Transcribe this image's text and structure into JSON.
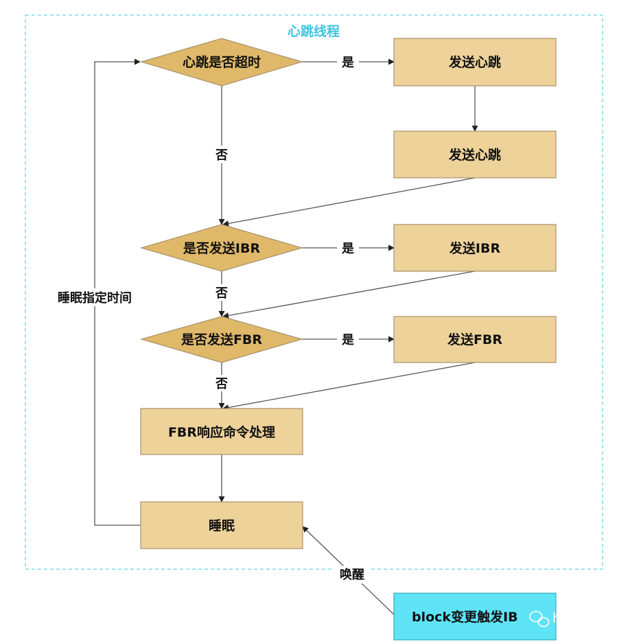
{
  "diagram": {
    "title": "心跳线程",
    "colors": {
      "box_fill": "#edd29a",
      "box_stroke": "#a8916a",
      "diamond_fill": "#dfb86a",
      "cyan_fill": "#5ee3f7",
      "frame_stroke": "#7fd8ea",
      "line": "#555555"
    },
    "nodes": {
      "check_timeout": "心跳是否超时",
      "send_heartbeat_1": "发送心跳",
      "send_heartbeat_2": "发送心跳",
      "check_ibr": "是否发送IBR",
      "send_ibr": "发送IBR",
      "check_fbr": "是否发送FBR",
      "send_fbr": "发送FBR",
      "fbr_response": "FBR响应命令处理",
      "sleep": "睡眠",
      "block_change": "block变更触发IB"
    },
    "edges": {
      "yes_1": "是",
      "no_1": "否",
      "yes_2": "是",
      "no_2": "否",
      "yes_3": "是",
      "no_3": "否",
      "sleep_loop": "睡眠指定时间",
      "wake": "唤醒"
    },
    "watermark": {
      "icon": "wechat-icon",
      "text": "hncscwc"
    }
  }
}
